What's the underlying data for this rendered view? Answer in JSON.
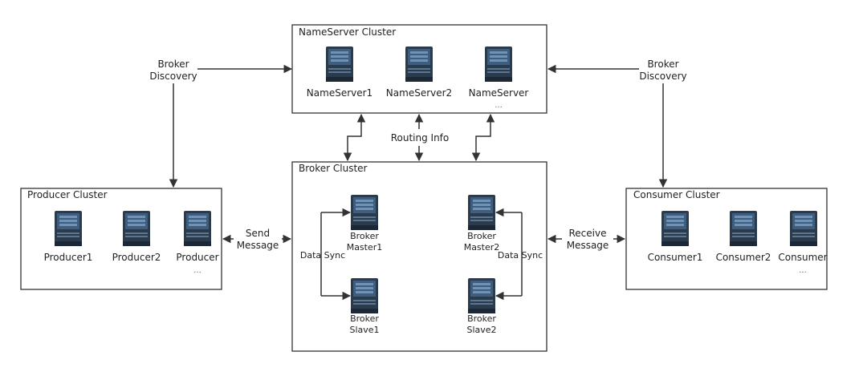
{
  "nameserver": {
    "title": "NameServer Cluster",
    "servers": [
      "NameServer1",
      "NameServer2",
      "NameServer"
    ],
    "ellipsis": "..."
  },
  "producer": {
    "title": "Producer Cluster",
    "servers": [
      "Producer1",
      "Producer2",
      "Producer"
    ],
    "ellipsis": "..."
  },
  "consumer": {
    "title": "Consumer Cluster",
    "servers": [
      "Consumer1",
      "Consumer2",
      "Consumer"
    ],
    "ellipsis": "..."
  },
  "broker": {
    "title": "Broker Cluster",
    "master1": [
      "Broker",
      "Master1"
    ],
    "master2": [
      "Broker",
      "Master2"
    ],
    "slave1": [
      "Broker",
      "Slave1"
    ],
    "slave2": [
      "Broker",
      "Slave2"
    ]
  },
  "labels": {
    "discovery_left": [
      "Broker",
      "Discovery"
    ],
    "discovery_right": [
      "Broker",
      "Discovery"
    ],
    "routing": "Routing Info",
    "send": [
      "Send",
      "Message"
    ],
    "receive": [
      "Receive",
      "Message"
    ],
    "sync_left": "Data Sync",
    "sync_right": "Data Sync"
  },
  "colors": {
    "server_body": "#2b3b4e",
    "server_accent": "#6f93b7",
    "line": "#333333"
  }
}
